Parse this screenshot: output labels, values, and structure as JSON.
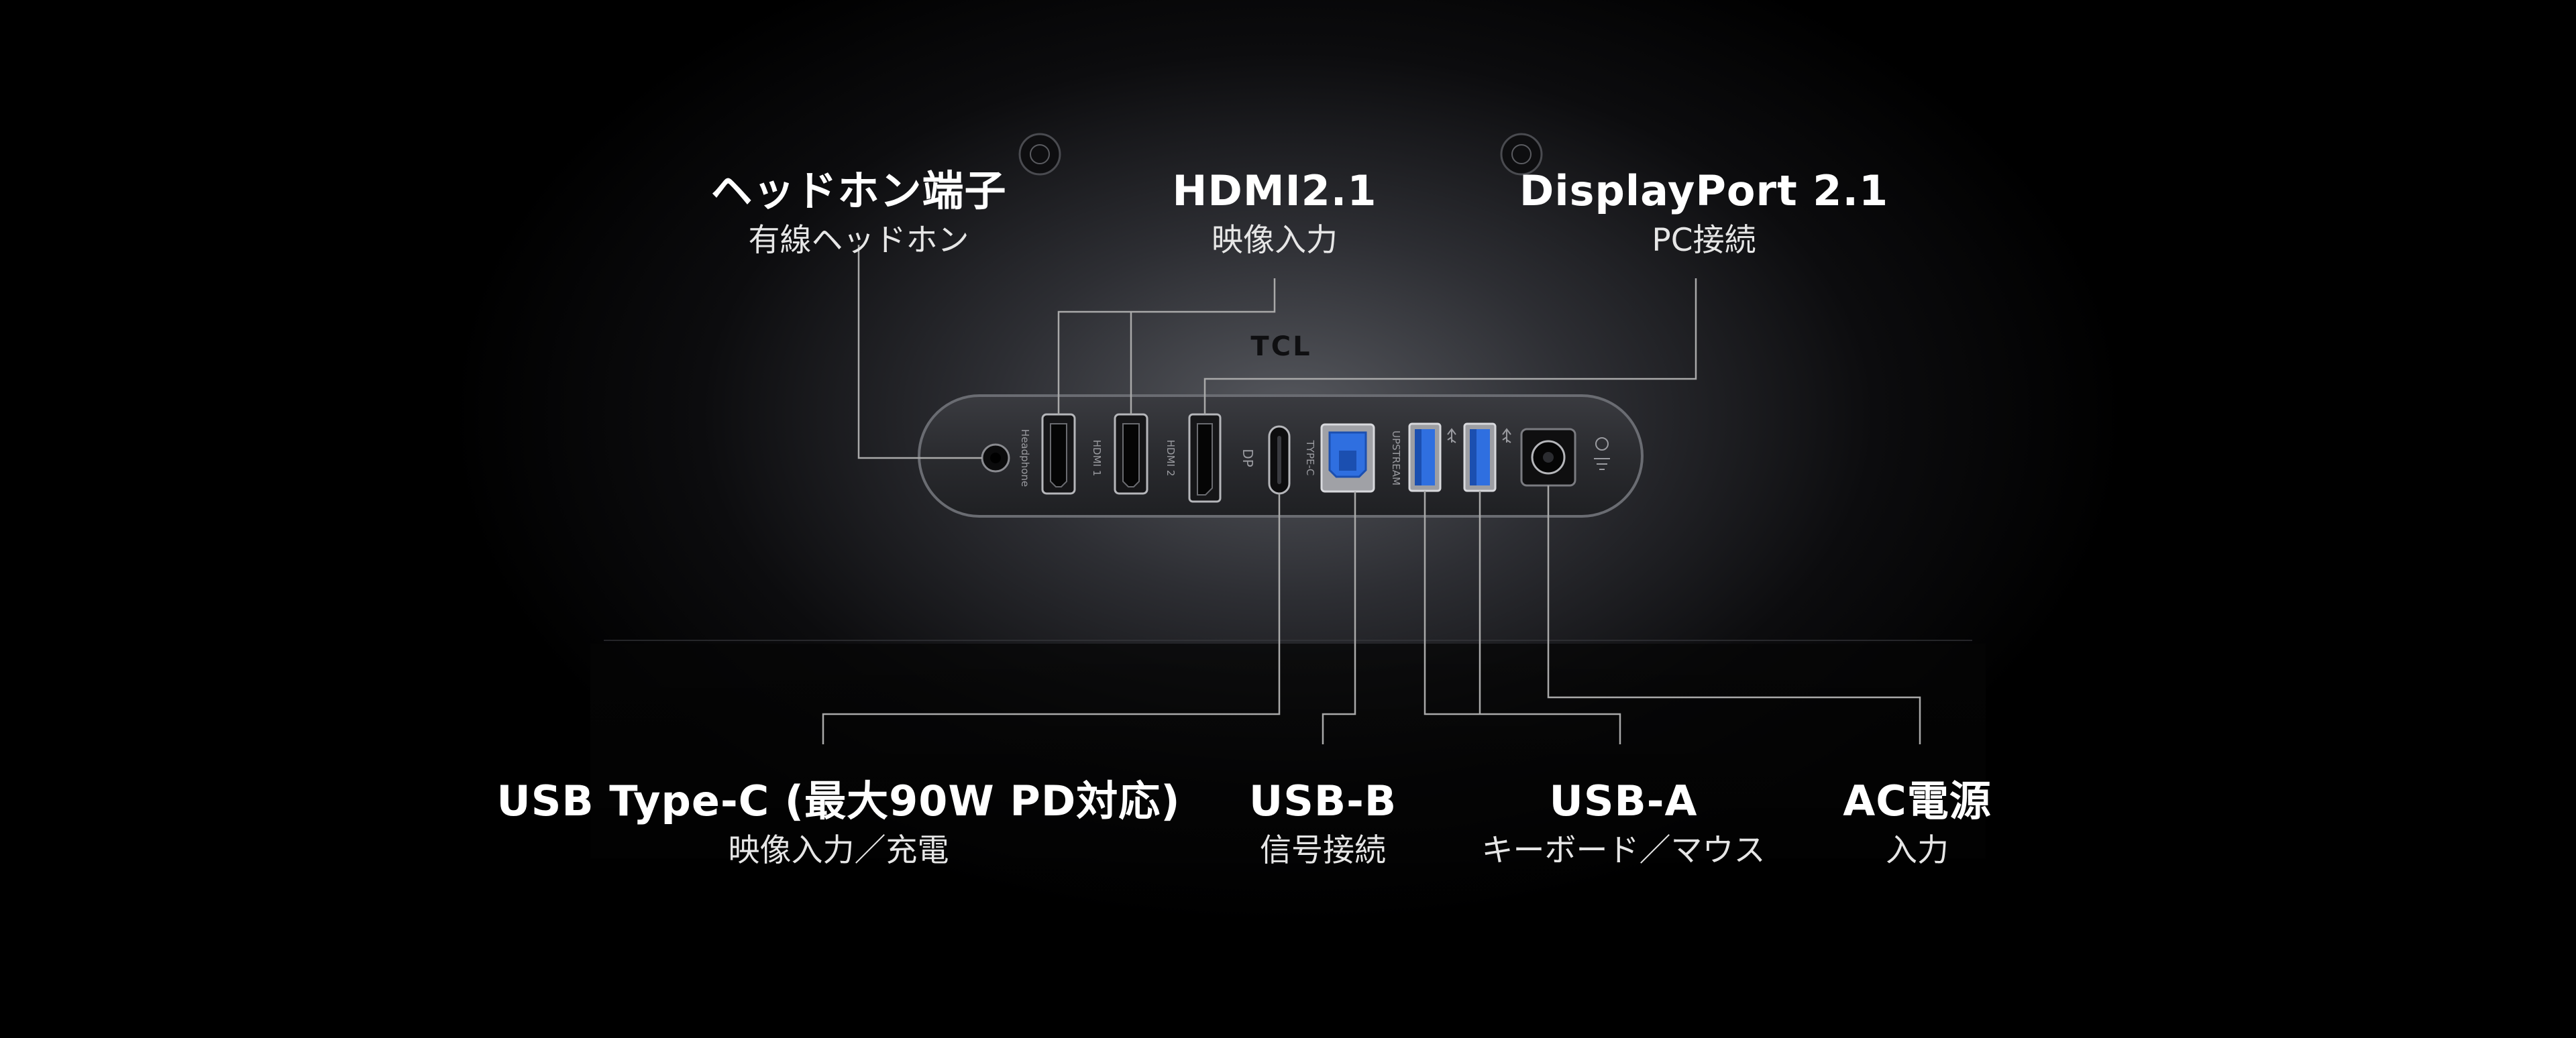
{
  "brand": "TCL",
  "colors": {
    "background": "#000000",
    "leader_line": "#a9a9a9",
    "usb_accent": "#2f6fe0",
    "panel_fill": "#2b2c30",
    "panel_edge": "#6a6c72"
  },
  "port_labels_on_panel": {
    "headphone": "Headphone",
    "hdmi1": "HDMI 1",
    "hdmi2": "HDMI 2",
    "dp": "DP",
    "typec": "TYPE-C",
    "upstream": "UPSTREAM"
  },
  "callouts": {
    "headphone": {
      "title": "ヘッドホン端子",
      "subtitle": "有線ヘッドホン"
    },
    "hdmi": {
      "title": "HDMI2.1",
      "subtitle": "映像入力"
    },
    "displayport": {
      "title": "DisplayPort 2.1",
      "subtitle": "PC接続"
    },
    "usb_c": {
      "title": "USB Type-C (最大90W PD対応)",
      "subtitle": "映像入力／充電"
    },
    "usb_b": {
      "title": "USB-B",
      "subtitle": "信号接続"
    },
    "usb_a": {
      "title": "USB-A",
      "subtitle": "キーボード／マウス"
    },
    "ac": {
      "title": "AC電源",
      "subtitle": "入力"
    }
  }
}
